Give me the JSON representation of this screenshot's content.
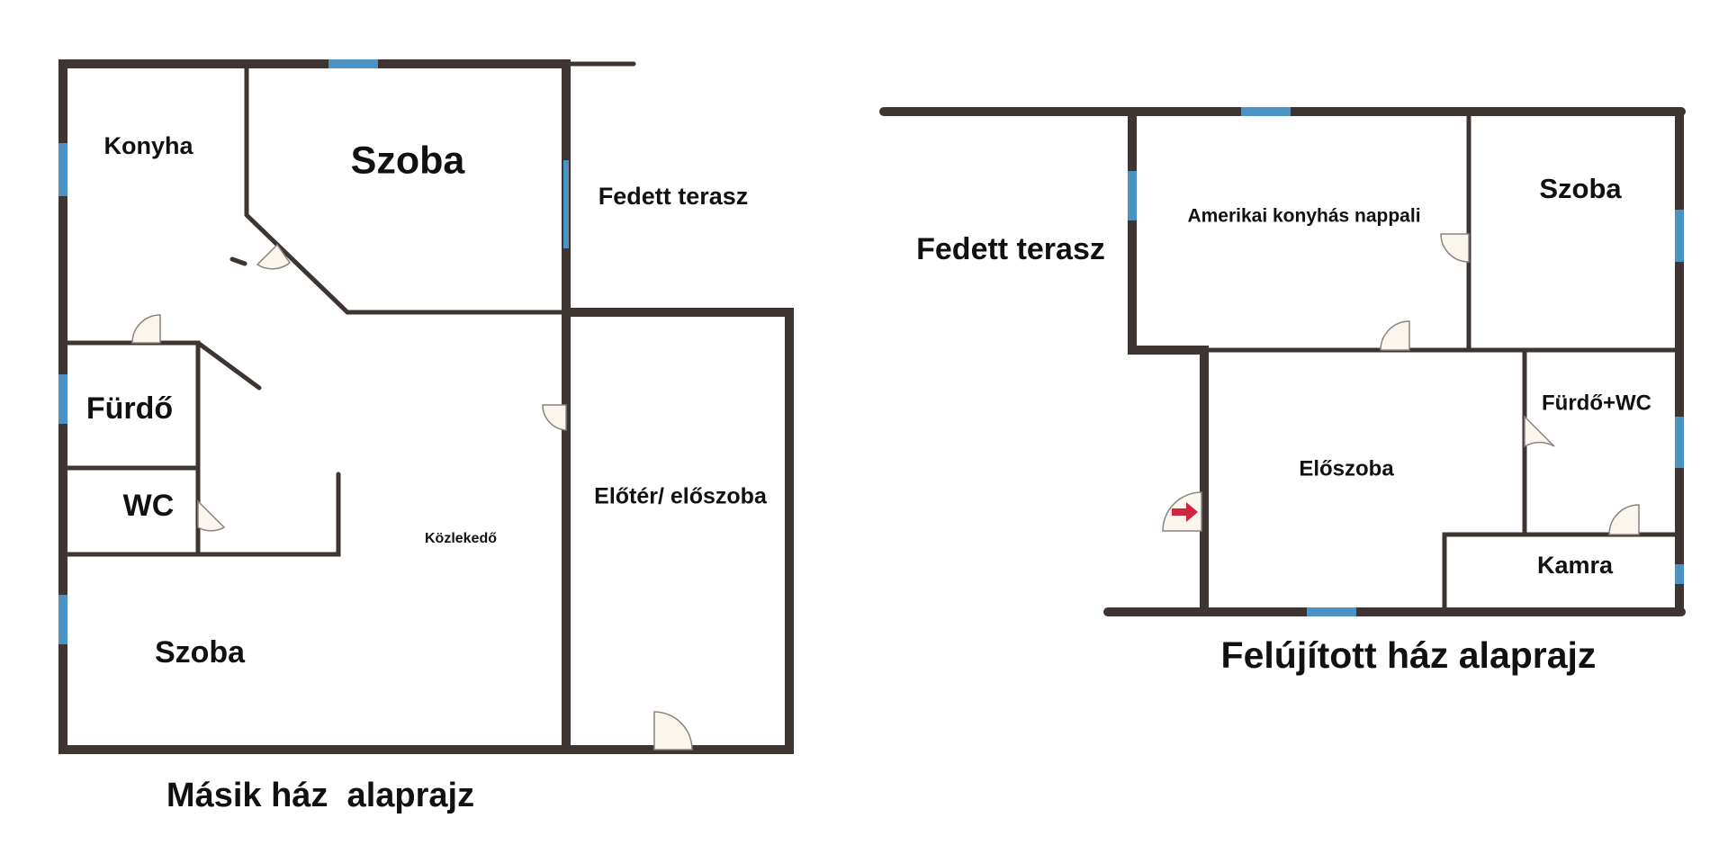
{
  "left_plan": {
    "title": "Másik ház  alaprajz",
    "rooms": {
      "konyha": "Konyha",
      "szoba_top": "Szoba",
      "fedett_terasz": "Fedett terasz",
      "furdo": "Fürdő",
      "wc": "WC",
      "kozlekedo": "Közlekedő",
      "eloter": "Előtér/ előszoba",
      "szoba_bottom": "Szoba"
    }
  },
  "right_plan": {
    "title": "Felújított ház alaprajz",
    "rooms": {
      "nappali": "Amerikai konyhás nappali",
      "szoba": "Szoba",
      "fedett_terasz": "Fedett terasz",
      "furdo_wc": "Fürdő+WC",
      "eloszoba": "Előszoba",
      "kamra": "Kamra"
    }
  },
  "colors": {
    "wall": "#3e3431",
    "window": "#4b93c4",
    "door": "#faf6ee",
    "entrance_arrow": "#d0253f"
  }
}
